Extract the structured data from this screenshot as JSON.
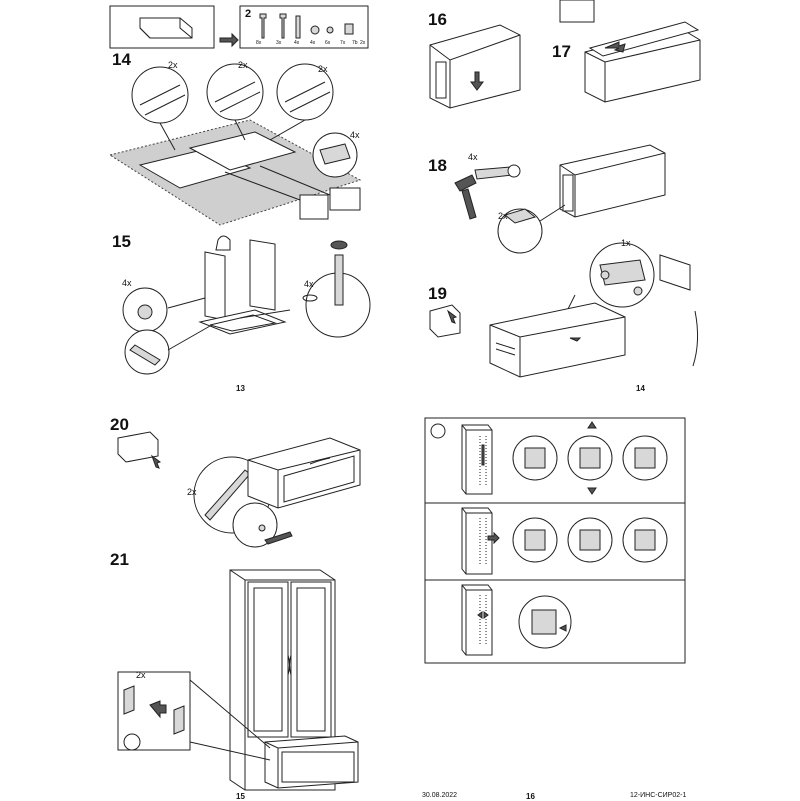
{
  "page_left": {
    "page_number": "13",
    "steps": {
      "s14": {
        "number": "14",
        "counts": [
          "2x",
          "2x",
          "2x",
          "4x"
        ]
      },
      "s14_box": {
        "number": "2",
        "part_labels": [
          "8x",
          "3x",
          "4x",
          "4x",
          "6x",
          "7x",
          "7b",
          "2x"
        ]
      },
      "s15": {
        "number": "15",
        "counts": [
          "4x",
          "4x"
        ]
      }
    }
  },
  "page_right": {
    "page_number": "14",
    "steps": {
      "s16": {
        "number": "16"
      },
      "s17": {
        "number": "17"
      },
      "s18": {
        "number": "18",
        "counts": [
          "4x",
          "2x"
        ]
      },
      "s19": {
        "number": "19",
        "counts": [
          "1x"
        ]
      }
    }
  },
  "page_left_bottom": {
    "page_number": "15",
    "steps": {
      "s20": {
        "number": "20",
        "counts": [
          "2x"
        ]
      },
      "s21": {
        "number": "21",
        "counts": [
          "2x"
        ]
      }
    }
  },
  "page_right_bottom": {
    "page_number": "16",
    "info_icon": "i",
    "footer_date": "30.08.2022",
    "footer_code": "12-ИНС-СИР02-1"
  },
  "icons": [
    "info-icon",
    "hammer-icon",
    "hand-icon",
    "arrow-icon",
    "screw-icon",
    "screwdriver-icon",
    "mallet-icon",
    "drawer-icon"
  ]
}
